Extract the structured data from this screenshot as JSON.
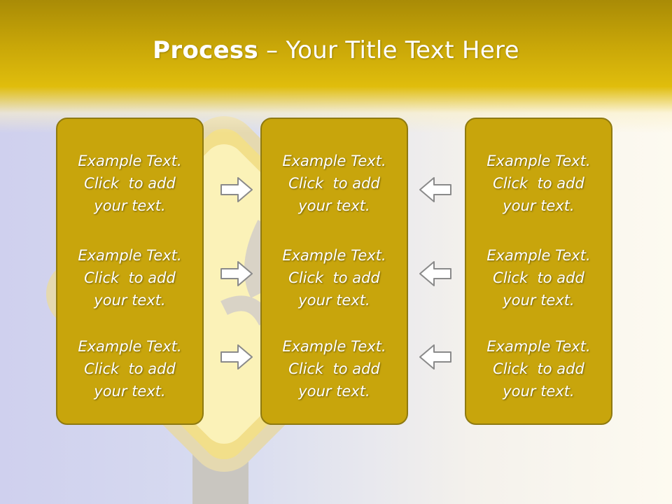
{
  "title": {
    "bold": "Process",
    "rest": " – Your Title Text Here"
  },
  "panels": [
    {
      "blocks": [
        {
          "line1": "Example Text.",
          "line2": "Click  to add",
          "line3": "your text."
        },
        {
          "line1": "Example Text.",
          "line2": "Click  to add",
          "line3": "your text."
        },
        {
          "line1": "Example Text.",
          "line2": "Click  to add",
          "line3": "your text."
        }
      ]
    },
    {
      "blocks": [
        {
          "line1": "Example Text.",
          "line2": "Click  to add",
          "line3": "your text."
        },
        {
          "line1": "Example Text.",
          "line2": "Click  to add",
          "line3": "your text."
        },
        {
          "line1": "Example Text.",
          "line2": "Click  to add",
          "line3": "your text."
        }
      ]
    },
    {
      "blocks": [
        {
          "line1": "Example Text.",
          "line2": "Click  to add",
          "line3": "your text."
        },
        {
          "line1": "Example Text.",
          "line2": "Click  to add",
          "line3": "your text."
        },
        {
          "line1": "Example Text.",
          "line2": "Click  to add",
          "line3": "your text."
        }
      ]
    }
  ],
  "arrows": {
    "left_column": [
      "arrow-right-icon",
      "arrow-right-icon",
      "arrow-right-icon"
    ],
    "right_column": [
      "arrow-left-icon",
      "arrow-left-icon",
      "arrow-left-icon"
    ]
  },
  "colors": {
    "header": "#c9a708",
    "panel": "#c8a50c",
    "panel_border": "#8f7a10",
    "text": "#ffffff"
  }
}
